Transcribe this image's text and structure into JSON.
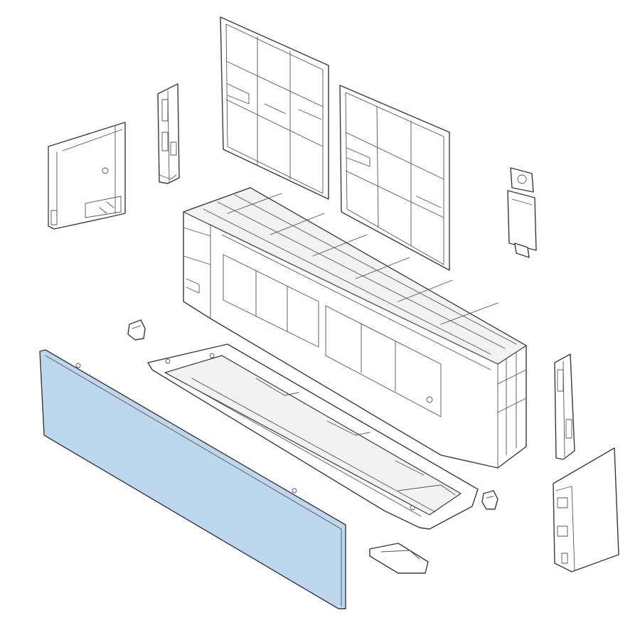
{
  "diagram": {
    "highlight_color": "#bcd7ee",
    "line_color": "#3a3a3a",
    "background": "#ffffff",
    "parts": [
      {
        "id": "front-panel",
        "highlighted": true
      },
      {
        "id": "air-filter-left",
        "highlighted": false
      },
      {
        "id": "air-filter-right",
        "highlighted": false
      },
      {
        "id": "main-chassis",
        "highlighted": false
      },
      {
        "id": "bottom-frame",
        "highlighted": false
      },
      {
        "id": "left-side-cover",
        "highlighted": false
      },
      {
        "id": "right-side-cover",
        "highlighted": false
      },
      {
        "id": "left-bracket",
        "highlighted": false
      },
      {
        "id": "right-bracket",
        "highlighted": false
      },
      {
        "id": "electrical-box",
        "highlighted": false
      },
      {
        "id": "small-clip-left",
        "highlighted": false
      },
      {
        "id": "small-clip-right",
        "highlighted": false
      },
      {
        "id": "display-cover",
        "highlighted": false
      }
    ]
  }
}
